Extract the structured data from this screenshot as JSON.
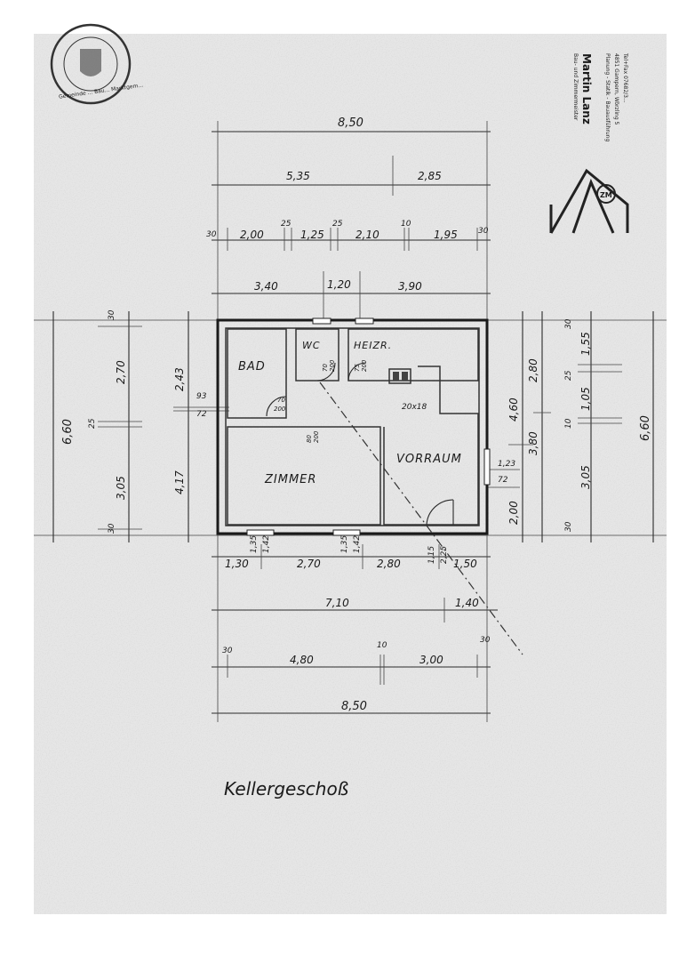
{
  "title": "Kellergeschoß",
  "rooms": {
    "bad": "BAD",
    "wc": "WC",
    "heizr": "HEIZR.",
    "zimmer": "ZIMMER",
    "vorraum": "VORRAUM"
  },
  "chimney_label": "20x18",
  "door_labels": {
    "wc_top": "70",
    "wc_bot": "200",
    "heiz_top": "75",
    "heiz_bot": "200",
    "bad_top": "70",
    "bad_bot": "200",
    "zim_top": "80",
    "zim_bot": "200"
  },
  "dims_top": {
    "overall": "8,50",
    "seg1": "5,35",
    "seg2": "2,85",
    "w30a": "30",
    "w200": "2,00",
    "w25a": "25",
    "w125": "1,25",
    "w25b": "25",
    "w210": "2,10",
    "w10": "10",
    "w195": "1,95",
    "w30b": "30",
    "i340": "3,40",
    "i120": "1,20",
    "i390": "3,90"
  },
  "dims_bottom": {
    "b130": "1,30",
    "b135a": "1,35",
    "b142a": "1,42",
    "b270": "2,70",
    "b135b": "1,35",
    "b142b": "1,42",
    "b280": "2,80",
    "b115": "1,15",
    "b225": "2,25",
    "b150": "1,50",
    "b710": "7,10",
    "b140": "1,40",
    "b30a": "30",
    "b480": "4,80",
    "b10": "10",
    "b300": "3,00",
    "b30b": "30",
    "overall": "8,50"
  },
  "dims_left": {
    "overall": "6,60",
    "l30a": "30",
    "l270": "2,70",
    "l25": "25",
    "l305": "3,05",
    "l30b": "30",
    "l243": "2,43",
    "l417": "4,17",
    "l93": "93",
    "l72": "72"
  },
  "dims_right": {
    "overall": "6,60",
    "r30a": "30",
    "r155": "1,55",
    "r25": "25",
    "r105": "1,05",
    "r10": "10",
    "r305": "3,05",
    "r30b": "30",
    "r460": "4,60",
    "r280": "2,80",
    "r380": "3,80",
    "r200": "2,00",
    "r123": "1,23",
    "r72": "72"
  },
  "stamp_company": {
    "line1": "Bau- und Zimmermeister",
    "line2": "Martin Lanz",
    "line3": "Planung - Statik - Bauausführung",
    "line4": "4851 Gampern, Wörzling 5",
    "line5": "Tel+Fax 07682/3..."
  },
  "logo_text": "ZM",
  "stamp_round_text": "Gemeinde ... Bau... Marktgem..."
}
